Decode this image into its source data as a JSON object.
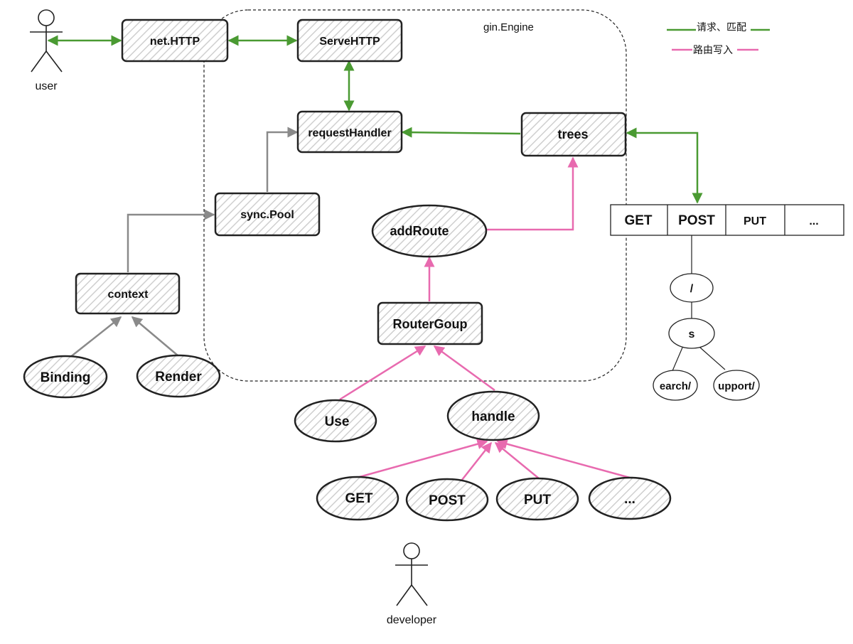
{
  "engine_label": "gin.Engine",
  "legend": {
    "request_match": "请求、匹配",
    "route_write": "路由写入"
  },
  "actors": {
    "user": "user",
    "developer": "developer"
  },
  "boxes": {
    "net_http": "net.HTTP",
    "serve_http": "ServeHTTP",
    "request_handler": "requestHandler",
    "trees": "trees",
    "sync_pool": "sync.Pool",
    "context": "context",
    "router_group": "RouterGoup"
  },
  "ellipses": {
    "add_route": "addRoute",
    "binding": "Binding",
    "render": "Render",
    "use": "Use",
    "handle": "handle",
    "get": "GET",
    "post": "POST",
    "put": "PUT",
    "more": "..."
  },
  "methods_table": [
    "GET",
    "POST",
    "PUT",
    "..."
  ],
  "tree_nodes": {
    "root": "/",
    "s": "s",
    "search": "earch/",
    "support": "upport/"
  },
  "colors": {
    "green": "#4a9a32",
    "pink": "#e86aaf",
    "gray": "#8a8a8a"
  }
}
